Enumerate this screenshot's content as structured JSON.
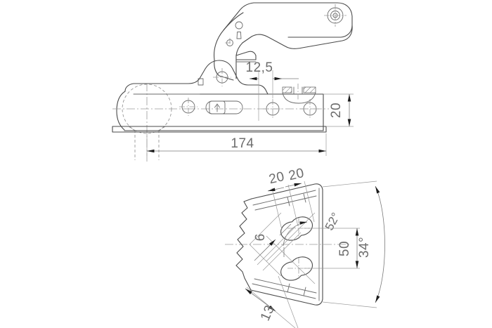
{
  "drawing": {
    "title": "Trailer ball coupling technical drawing",
    "background_color": "#ffffff",
    "line_color": "#4a4a4a",
    "dimension_text_color": "#6d6d6d",
    "views": [
      {
        "name": "side-elevation-view",
        "description": "Side elevation of ball coupling with handle lever, ball socket, mounting plate and bolt holes"
      },
      {
        "name": "plan-detail-view",
        "description": "Partial plan detail of mounting flange showing bolt hole spacing and angular spread"
      }
    ],
    "dimensions": {
      "hole_spacing_from_edge": "12,5",
      "plate_height": "20",
      "overall_length": "174",
      "hole_pitch_a": "20",
      "hole_pitch_b": "20",
      "chamfer_angle": "52°",
      "hole_span_vertical": "50",
      "angular_spread": "34°",
      "slot_width": "6",
      "edge_offset": "13"
    }
  }
}
